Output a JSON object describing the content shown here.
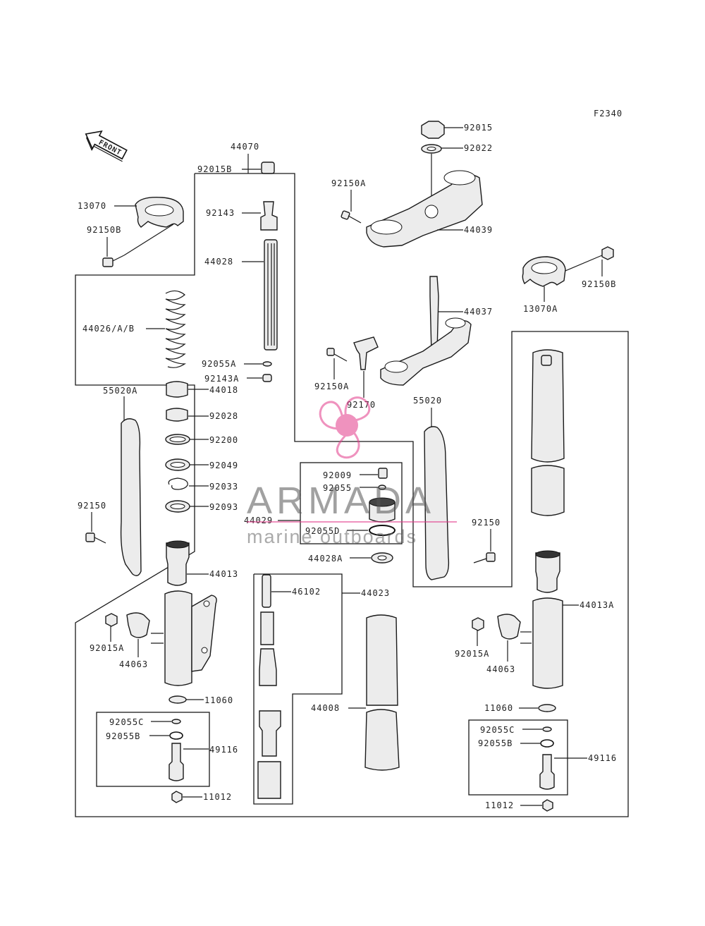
{
  "figure_code": "F2340",
  "front_label": "FRONT",
  "watermark": {
    "brand": "ARMADA",
    "tagline": "marine outboards",
    "color": "#e23a8a"
  },
  "labels": {
    "44070": "44070",
    "92015B": "92015B",
    "92143": "92143",
    "44028": "44028",
    "44026AB": "44026/A/B",
    "92055A": "92055A",
    "92143A": "92143A",
    "44018": "44018",
    "92028": "92028",
    "92200": "92200",
    "92049": "92049",
    "92033": "92033",
    "92093": "92093",
    "44013": "44013",
    "13070": "13070",
    "92150B_l": "92150B",
    "55020A": "55020A",
    "92150_l": "92150",
    "92015A_l": "92015A",
    "44063_l": "44063",
    "11060_l": "11060",
    "92055C_l": "92055C",
    "92055B_l": "92055B",
    "49116_l": "49116",
    "11012_l": "11012",
    "92015": "92015",
    "92022": "92022",
    "92150A_t": "92150A",
    "44039": "44039",
    "92150B_r": "92150B",
    "13070A": "13070A",
    "44037": "44037",
    "92150A_m": "92150A",
    "92170": "92170",
    "55020": "55020",
    "92009": "92009",
    "92055": "92055",
    "44029": "44029",
    "92055D": "92055D",
    "44028A": "44028A",
    "92150_r": "92150",
    "46102": "46102",
    "44023": "44023",
    "44008": "44008",
    "44013A": "44013A",
    "92015A_r": "92015A",
    "44063_r": "44063",
    "11060_r": "11060",
    "92055C_r": "92055C",
    "92055B_r": "92055B",
    "49116_r": "49116",
    "11012_r": "11012"
  }
}
